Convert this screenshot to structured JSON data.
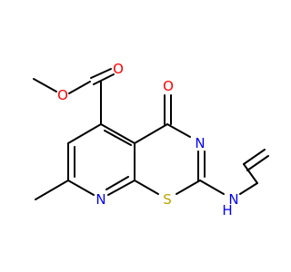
{
  "colors": {
    "carbon_bond": "#000000",
    "oxygen": "#ff0000",
    "nitrogen": "#0000ff",
    "sulfur": "#b8a400",
    "hydrogen_on_nitrogen": "#0000ff"
  },
  "labels": {
    "ester_ether_oxygen": "O",
    "ester_carbonyl_oxygen": "O",
    "ring_carbonyl_oxygen": "O",
    "ring_nitrogen_thiazine": "N",
    "ring_nitrogen_pyridine": "N",
    "ring_sulfur": "S",
    "amine_hydrogen": "H",
    "amine_nitrogen": "N"
  }
}
